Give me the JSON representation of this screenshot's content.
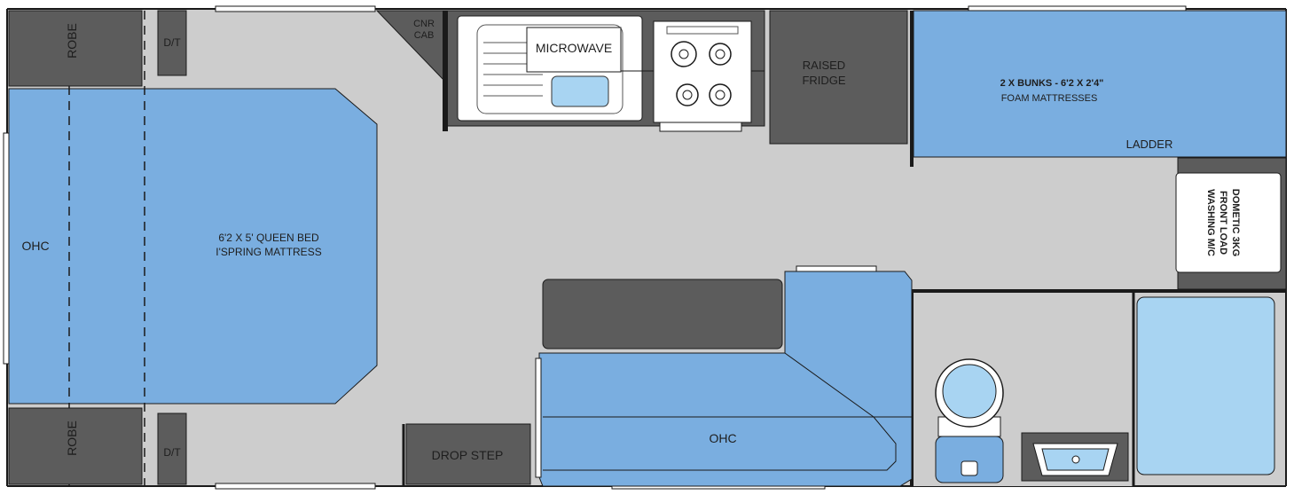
{
  "colors": {
    "floor": "#cdcdcd",
    "bed_blue": "#7aaee0",
    "cabinet_dark": "#5c5c5c",
    "wall": "#1a1a1a",
    "appliance_white": "#ffffff",
    "light_blue": "#a8d4f2"
  },
  "labels": {
    "robe_top": "ROBE",
    "robe_bottom": "ROBE",
    "dt_top": "D/T",
    "dt_bottom": "D/T",
    "ohc_left": "OHC",
    "queen_bed_line1": "6'2 X 5' QUEEN BED",
    "queen_bed_line2": "I'SPRING MATTRESS",
    "cnr_cab_line1": "CNR",
    "cnr_cab_line2": "CAB",
    "microwave": "MICROWAVE",
    "fridge_line1": "RAISED",
    "fridge_line2": "FRIDGE",
    "bunks_line1": "2 X BUNKS - 6'2 X 2'4\"",
    "bunks_line2": "FOAM MATTRESSES",
    "ladder": "LADDER",
    "washer_line1": "DOMETIC 3KG",
    "washer_line2": "FRONT LOAD",
    "washer_line3": "WASHING M/C",
    "ohc_lounge": "OHC",
    "drop_step": "DROP STEP"
  }
}
